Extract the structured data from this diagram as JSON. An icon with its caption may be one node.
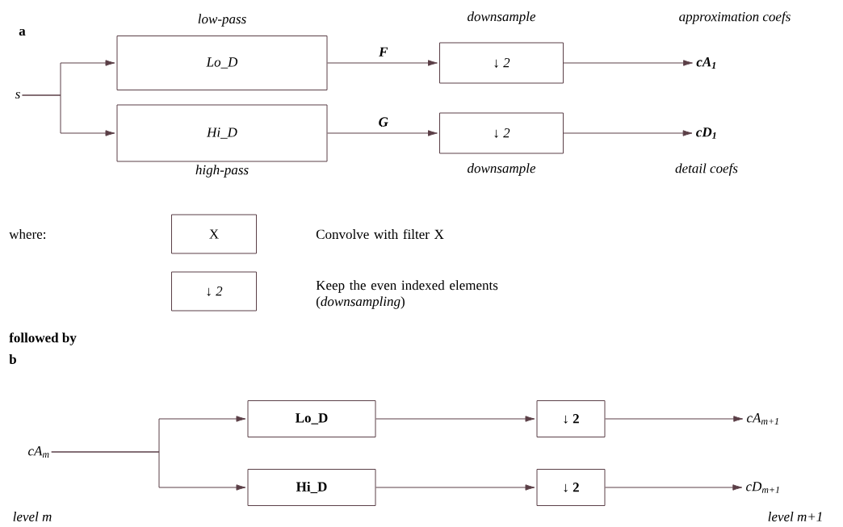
{
  "diagram": {
    "nodes": [
      {
        "text": [
          "s"
        ]
      },
      {
        "text": [
          "Lo_D"
        ],
        "beside": [
          "low-pass"
        ]
      },
      {
        "text": [
          "Hi_D"
        ],
        "beside": [
          "high-pass"
        ]
      },
      {
        "text": [
          "↓ 2"
        ],
        "beside": [
          "downsample"
        ]
      },
      {
        "text": [
          "↓ 2"
        ],
        "beside": [
          "downsample"
        ]
      },
      {
        "text": [
          "cA$_{1}$"
        ],
        "beside": [
          "approximation coefs"
        ]
      },
      {
        "text": [
          "cD$_{1}$"
        ],
        "beside": [
          "detail coefs"
        ]
      },
      {
        "text": [
          "X"
        ]
      },
      {
        "text": [
          "↓ 2"
        ]
      },
      {
        "text": [
          "cA$_{m}$"
        ],
        "beside": [
          "level m"
        ]
      },
      {
        "text": [
          "Lo_D"
        ]
      },
      {
        "text": [
          "Hi_D"
        ]
      },
      {
        "text": [
          "↓ 2"
        ]
      },
      {
        "text": [
          "↓ 2"
        ]
      },
      {
        "text": [
          "cA$_{m+1}$"
        ]
      },
      {
        "text": [
          "cD$_{m+1}$"
        ],
        "beside": [
          "level m+1"
        ]
      }
    ],
    "edges": [
      {
        "from": 0,
        "to": 1,
        "arrow": "to"
      },
      {
        "from": 0,
        "to": 2,
        "arrow": "to"
      },
      {
        "from": 1,
        "to": 3,
        "arrow": "to",
        "label": "F"
      },
      {
        "from": 2,
        "to": 4,
        "arrow": "to",
        "label": "G"
      },
      {
        "from": 3,
        "to": 5,
        "arrow": "to"
      },
      {
        "from": 4,
        "to": 6,
        "arrow": "to"
      },
      {
        "from": 9,
        "to": 10,
        "arrow": "to"
      },
      {
        "from": 9,
        "to": 11,
        "arrow": "to"
      },
      {
        "from": 10,
        "to": 12,
        "arrow": "to"
      },
      {
        "from": 11,
        "to": 13,
        "arrow": "to"
      },
      {
        "from": 12,
        "to": 14,
        "arrow": "to"
      },
      {
        "from": 13,
        "to": 15,
        "arrow": "to"
      }
    ],
    "labels": [
      "a",
      "where:",
      "Convolve with filter X",
      "Keep the even indexed elements (*downsampling*)",
      "followed by",
      "b"
    ]
  }
}
